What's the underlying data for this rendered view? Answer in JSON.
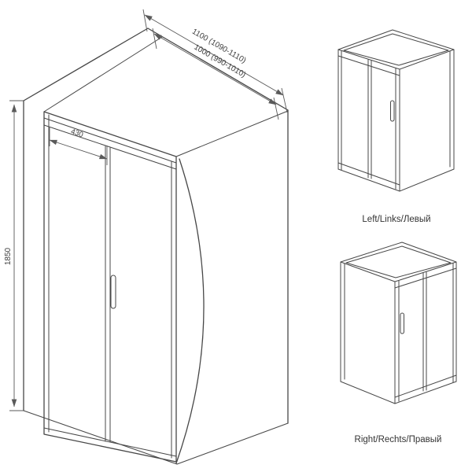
{
  "main_view": {
    "dim_width_outer": "1100 (1090-1110)",
    "dim_width_inner": "1000 (990-1010)",
    "dim_door_width": "430",
    "dim_height": "1850"
  },
  "variants": {
    "left_label": "Left/Links/Левый",
    "right_label": "Right/Rechts/Правый"
  },
  "colors": {
    "line": "#474747",
    "dimension_line": "#5a5a5a",
    "text": "#3d3d3d",
    "background": "#ffffff"
  }
}
